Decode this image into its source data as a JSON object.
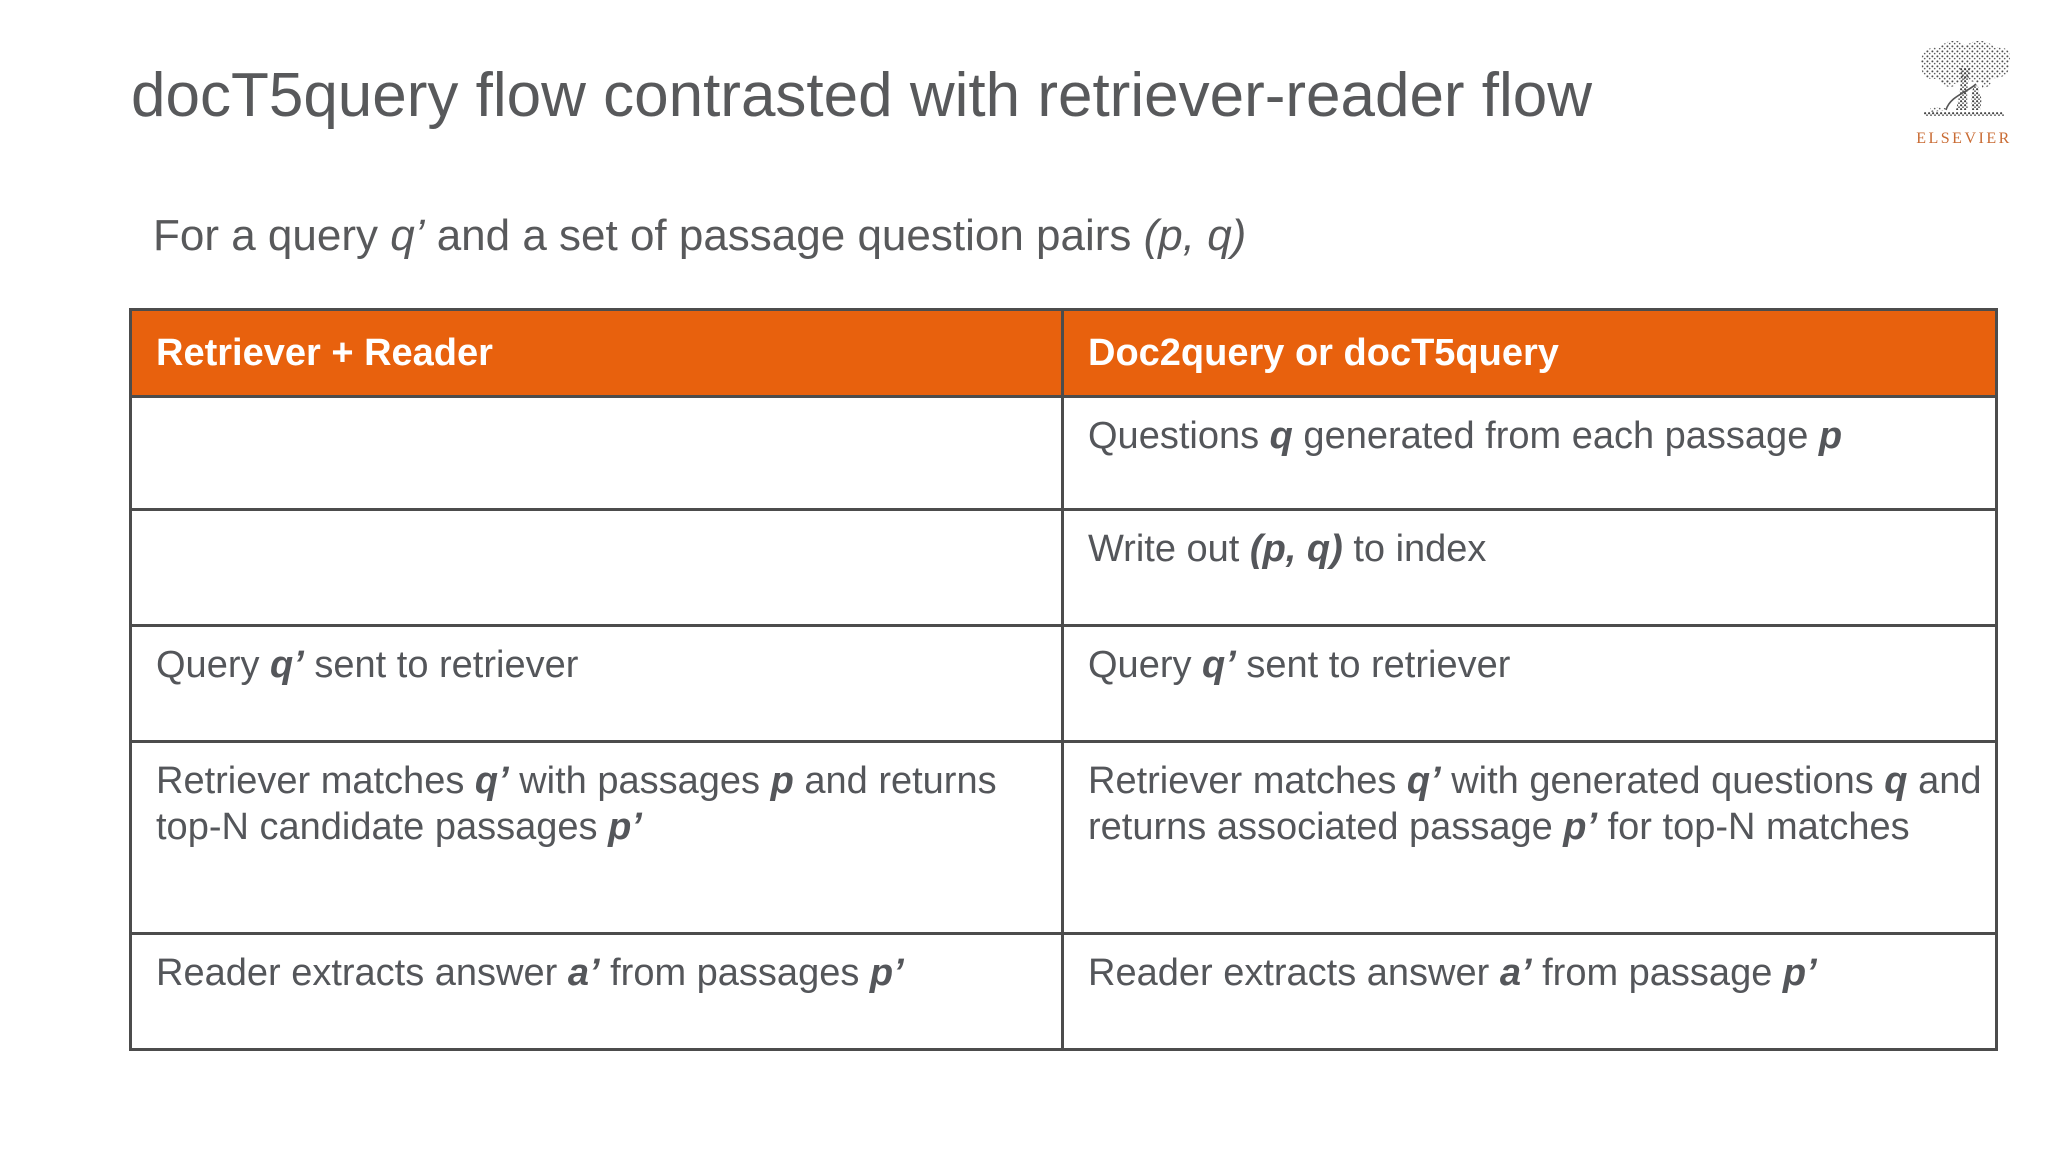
{
  "slide": {
    "title": "docT5query flow contrasted with retriever-reader flow",
    "subtitle_runs": [
      {
        "t": "For a query "
      },
      {
        "t": "q’",
        "i": true
      },
      {
        "t": " and a set of passage question pairs "
      },
      {
        "t": "(p, q)",
        "i": true
      }
    ],
    "logo": {
      "icon": "elsevier-tree-icon",
      "wordmark": "ELSEVIER"
    },
    "colors": {
      "orange": "#e8610d",
      "green": "#bbdf63",
      "pink": "#f8aead",
      "border": "#4c4c4c",
      "text": "#54565a",
      "heading": "#58595b",
      "logoText": "#c96b33"
    },
    "table": {
      "headers": [
        {
          "label": "Retriever + Reader"
        },
        {
          "label": "Doc2query or docT5query"
        }
      ],
      "rows": [
        {
          "left": [],
          "right": [
            {
              "t": "Questions "
            },
            {
              "t": "q",
              "bi": true
            },
            {
              "t": " generated from each passage "
            },
            {
              "t": "p",
              "bi": true
            }
          ]
        },
        {
          "left": [],
          "right": [
            {
              "t": "Write out "
            },
            {
              "t": "(p, q)",
              "bi": true
            },
            {
              "t": " to index"
            }
          ]
        },
        {
          "left": [
            {
              "t": "Query "
            },
            {
              "t": "q’",
              "bi": true
            },
            {
              "t": " sent to retriever"
            }
          ],
          "right": [
            {
              "t": "Query "
            },
            {
              "t": "q’",
              "bi": true
            },
            {
              "t": " sent to retriever"
            }
          ]
        },
        {
          "left": [
            {
              "t": "Retriever matches "
            },
            {
              "t": "q’",
              "bi": true
            },
            {
              "t": " with passages "
            },
            {
              "t": "p",
              "bi": true
            },
            {
              "t": " and returns top-N candidate passages "
            },
            {
              "t": "p’",
              "bi": true
            }
          ],
          "right": [
            {
              "t": "Retriever matches "
            },
            {
              "t": "q’",
              "bi": true
            },
            {
              "t": " with generated questions "
            },
            {
              "t": "q",
              "bi": true
            },
            {
              "t": " and returns associated passage "
            },
            {
              "t": "p’",
              "bi": true
            },
            {
              "t": " for top-N matches"
            }
          ]
        },
        {
          "left": [
            {
              "t": "Reader extracts answer "
            },
            {
              "t": "a’",
              "bi": true
            },
            {
              "t": " from passages "
            },
            {
              "t": "p’",
              "bi": true
            }
          ],
          "right": [
            {
              "t": "Reader extracts answer "
            },
            {
              "t": "a’",
              "bi": true
            },
            {
              "t": " from passage "
            },
            {
              "t": "p’",
              "bi": true
            }
          ]
        }
      ]
    }
  }
}
